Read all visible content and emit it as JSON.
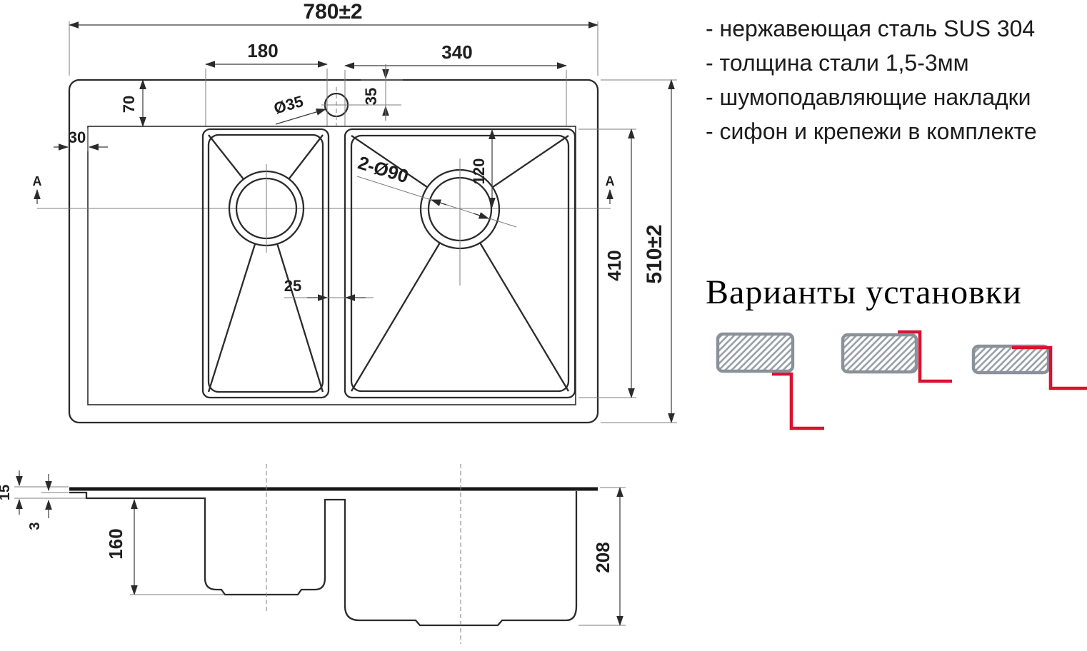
{
  "specs": {
    "items": [
      "- нержавеющая сталь SUS 304",
      "- толщина стали 1,5-3мм",
      "- шумоподавляющие накладки",
      "- сифон и крепежи в комплекте"
    ]
  },
  "installation": {
    "title": "Варианты установки",
    "variants": [
      {
        "name": "overmount"
      },
      {
        "name": "flush-mount"
      },
      {
        "name": "undermount"
      }
    ]
  },
  "top_view": {
    "overall_width": "780±2",
    "overall_depth": "510±2",
    "left_bowl_width": "180",
    "right_bowl_width": "340",
    "faucet_hole_diameter": "Ø35",
    "faucet_hole_offset": "35",
    "rim_top_offset": "70",
    "rim_left_offset": "30",
    "drain_holes": "2-Ø90",
    "drain_center_offset": "120",
    "bowl_length": "410",
    "divider_width": "25",
    "section_label": "A"
  },
  "section_view": {
    "rim_height": "15",
    "steel_thickness": "3",
    "left_bowl_depth": "160",
    "right_bowl_depth": "208"
  },
  "colors": {
    "line": "#2b2b2b",
    "accent_red": "#d8122f",
    "hatch_border": "#8a9199",
    "hatch_line": "#98a0a7",
    "text": "#1c1c1c"
  }
}
